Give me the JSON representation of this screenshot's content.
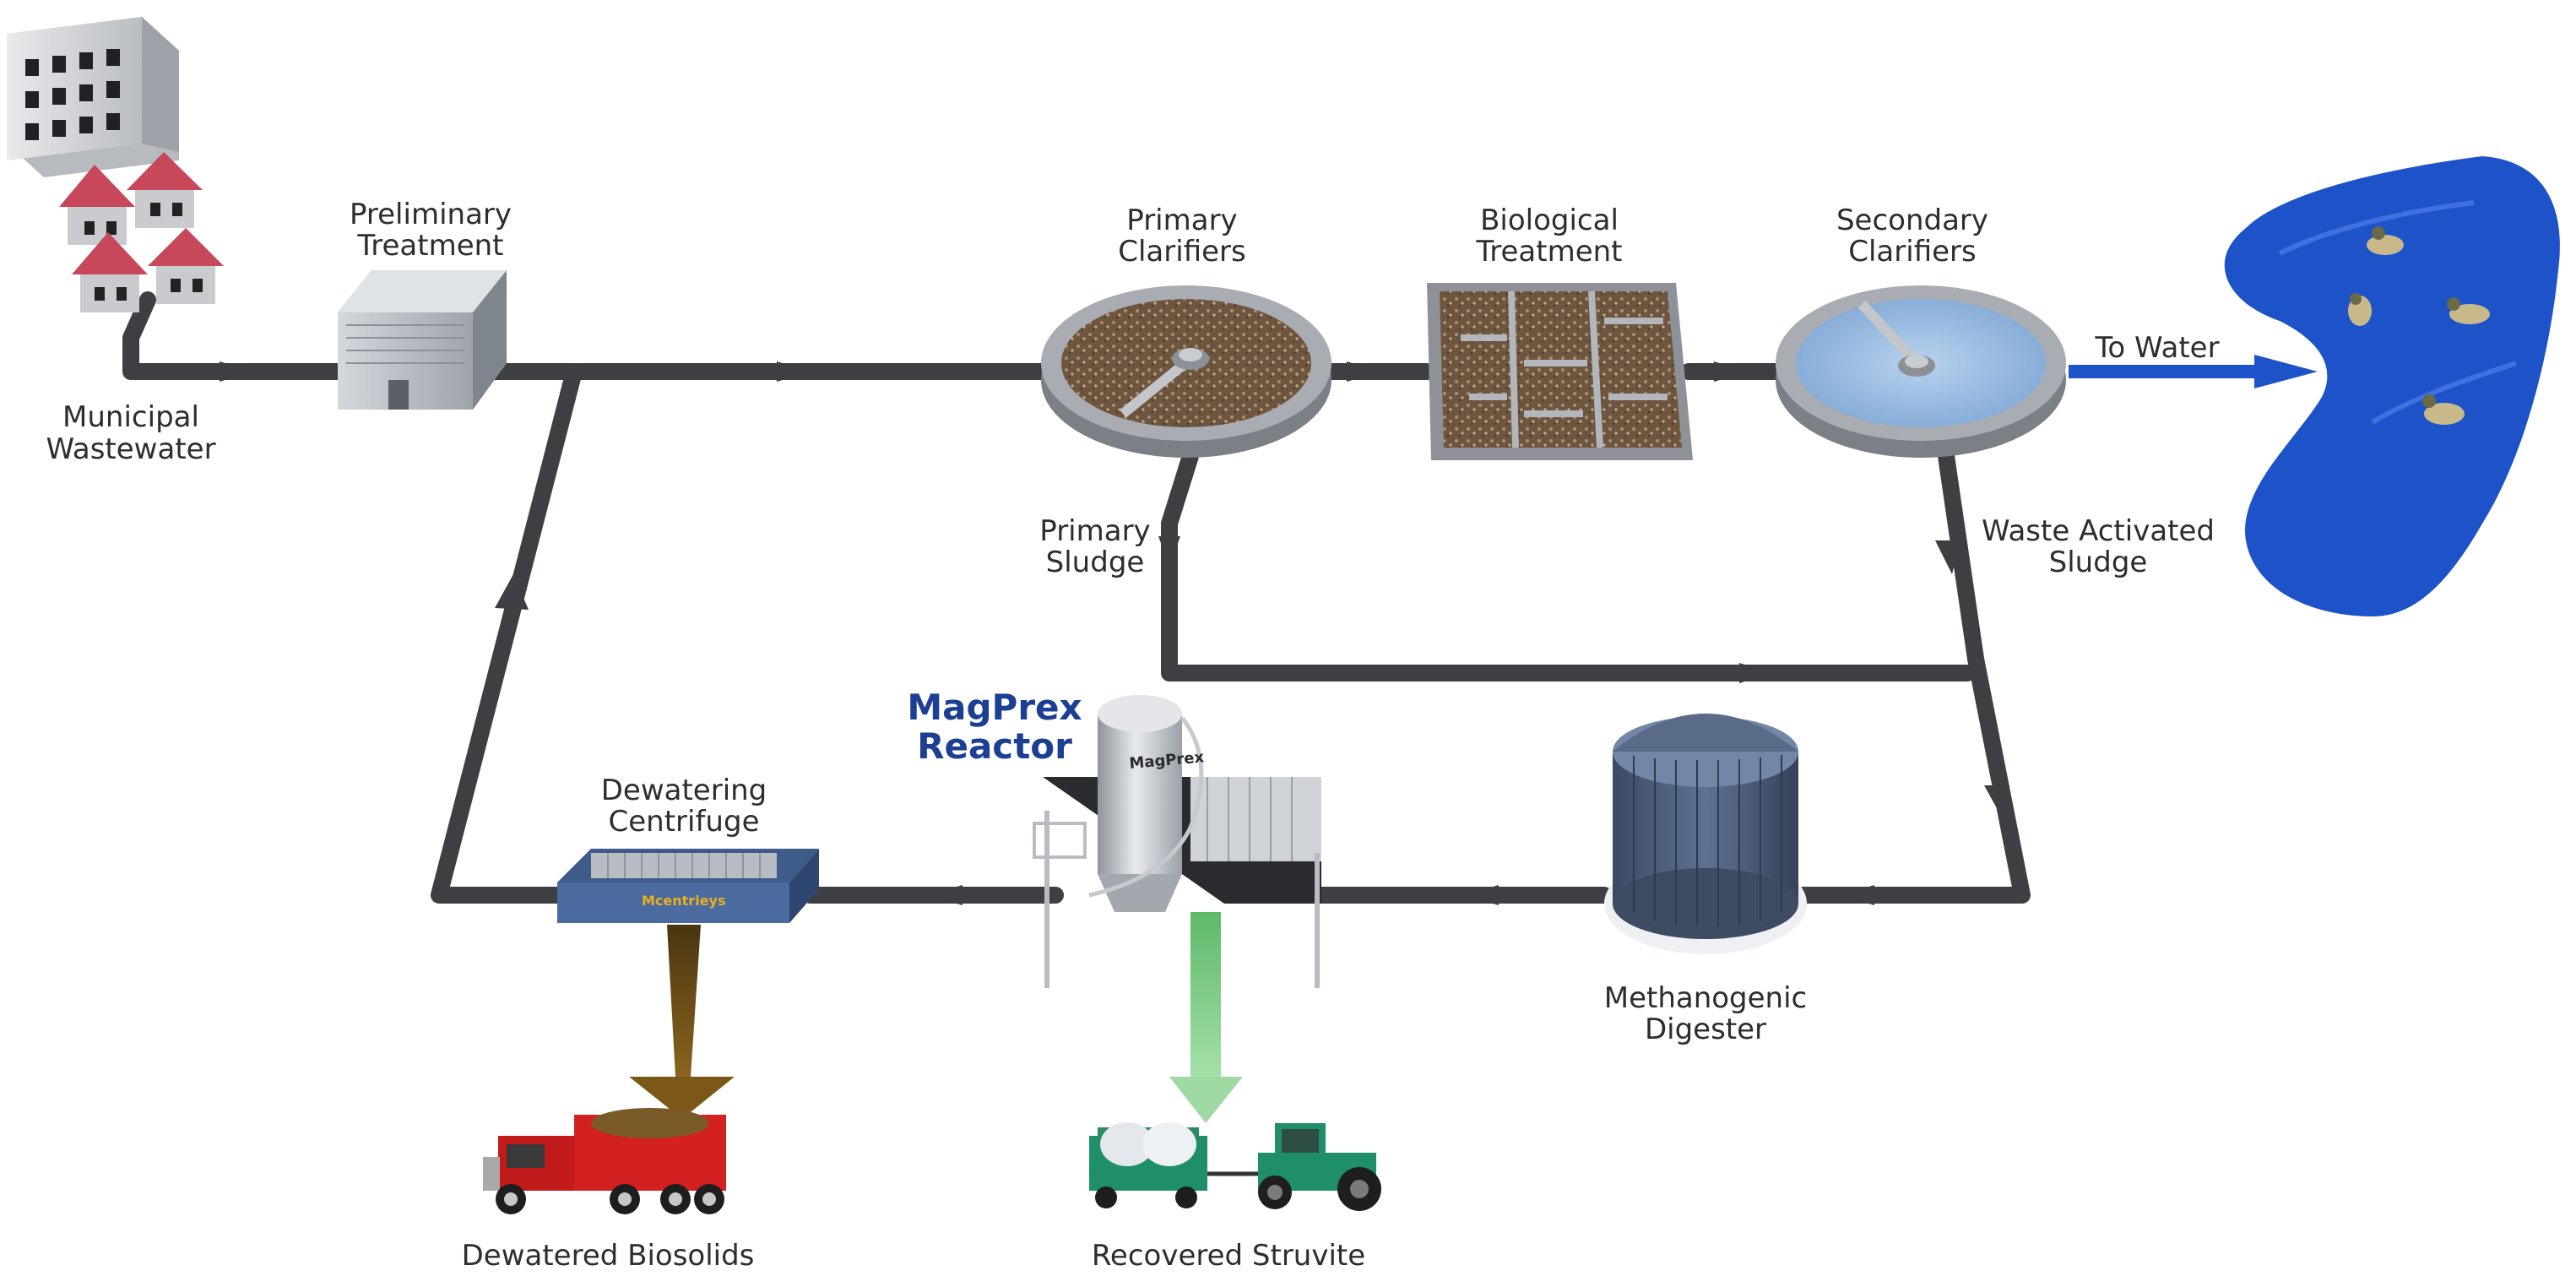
{
  "diagram": {
    "labels": {
      "municipal_line1": "Municipal",
      "municipal_line2": "Wastewater",
      "preliminary_line1": "Preliminary",
      "preliminary_line2": "Treatment",
      "primary_clar_line1": "Primary",
      "primary_clar_line2": "Clarifiers",
      "biological_line1": "Biological",
      "biological_line2": "Treatment",
      "secondary_clar_line1": "Secondary",
      "secondary_clar_line2": "Clarifiers",
      "to_water": "To Water",
      "primary_sludge_line1": "Primary",
      "primary_sludge_line2": "Sludge",
      "was_line1": "Waste Activated",
      "was_line2": "Sludge",
      "magprex_line1": "MagPrex",
      "magprex_line2": "Reactor",
      "tank_text": "MagPrex",
      "dewatering_line1": "Dewatering",
      "dewatering_line2": "Centrifuge",
      "centrifuge_brand": "Mcentrieys",
      "digester_line1": "Methanogenic",
      "digester_line2": "Digester",
      "biosolids": "Dewatered Biosolids",
      "struvite": "Recovered Struvite"
    },
    "colors": {
      "pipe": "#3d3f42",
      "water": "#1d52c9",
      "title_accent": "#1c3f94",
      "biosolids_arrow": "#6b4a12",
      "struvite_arrow": "#7fcf86",
      "truck": "#d32020",
      "tractor": "#1f8f6a"
    }
  }
}
